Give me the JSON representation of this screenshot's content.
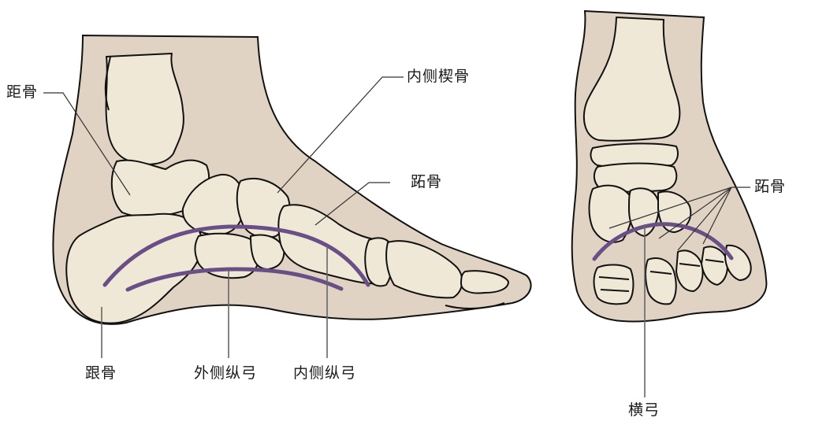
{
  "colors": {
    "skin": "#e0d3c3",
    "bone": "#efe8d6",
    "outline": "#111111",
    "arch": "#6a4f86",
    "background": "#ffffff"
  },
  "side_view": {
    "labels": {
      "talus": "距骨",
      "medial_cuneiform": "内侧楔骨",
      "metatarsal": "跖骨",
      "calcaneus": "跟骨",
      "lateral_longitudinal_arch": "外侧纵弓",
      "medial_longitudinal_arch": "内侧纵弓"
    }
  },
  "front_view": {
    "labels": {
      "metatarsal": "跖骨",
      "transverse_arch": "横弓"
    }
  }
}
